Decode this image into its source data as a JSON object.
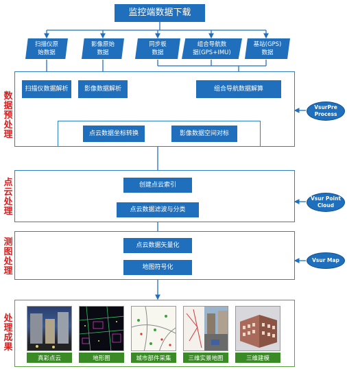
{
  "title": "监控端数据下载",
  "sources": [
    {
      "label": "扫描仪原\n始数据"
    },
    {
      "label": "影像原始\n数据"
    },
    {
      "label": "同步板\n数据"
    },
    {
      "label": "组合导航数\n据(GPS+IMU)"
    },
    {
      "label": "基站(GPS)\n数据"
    }
  ],
  "preprocess": {
    "stage": "数据预处理",
    "parse": [
      "扫描仪数据解析",
      "影像数据解析",
      "组合导航数据解算"
    ],
    "transform": [
      "点云数据坐标转换",
      "影像数据空间对标"
    ],
    "software": "VsurPre\nProcess"
  },
  "pointcloud": {
    "stage": "点云处理",
    "steps": [
      "创建点云索引",
      "点云数据滤波与分类"
    ],
    "software": "Vsur Point\nCloud"
  },
  "mapping": {
    "stage": "测图处理",
    "steps": [
      "点云数据矢量化",
      "地图符号化"
    ],
    "software": "Vsur Map"
  },
  "results": {
    "stage": "处理成果",
    "items": [
      {
        "label": "真彩点云",
        "icon": "true-color-pointcloud-thumbnail"
      },
      {
        "label": "地形图",
        "icon": "topographic-map-thumbnail"
      },
      {
        "label": "城市部件采集",
        "icon": "urban-component-map-thumbnail"
      },
      {
        "label": "三维实景地图",
        "icon": "street-view-map-thumbnail"
      },
      {
        "label": "三维建模",
        "icon": "3d-building-model-thumbnail"
      }
    ]
  },
  "colors": {
    "box": "#1f6fbd",
    "panel_border": "#2f7fc6",
    "stage_text": "#d62020",
    "results_border": "#55a33a",
    "result_label": "#3a8a25"
  }
}
